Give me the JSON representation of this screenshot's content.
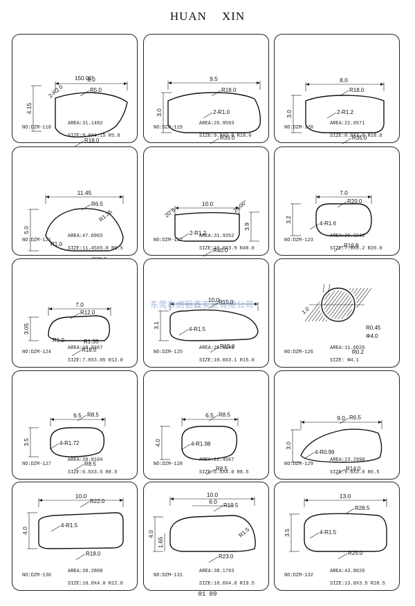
{
  "header": {
    "brand_left": "HUAN",
    "brand_right": "XIN"
  },
  "watermark": "东莞市燃铝鑫实业有限公司",
  "footer": {
    "page": "01 09"
  },
  "cards": [
    {
      "no": "NO:DZM-118",
      "area": "AREA:31.1482",
      "size": "SIZE:9.0X4.15  R5.0",
      "dims": {
        "width": "9.0",
        "height": "4.15"
      },
      "radii": [
        "R5.0",
        "2-R2.0",
        "150.00°",
        "R18.0"
      ]
    },
    {
      "no": "NO:DZM-119",
      "area": "AREA:26.9593",
      "size": "SIZE:9.5X3.0  R18.0",
      "dims": {
        "width": "9.5",
        "height": "3.0"
      },
      "radii": [
        "R18.0",
        "2-R1.0",
        "R35.0"
      ]
    },
    {
      "no": "NO:DZM-120",
      "area": "AREA:22.6571",
      "size": "SIZE:8.0X3.0  R18.0",
      "dims": {
        "width": "8.0",
        "height": "3.0"
      },
      "radii": [
        "R18.0",
        "2-R1.2",
        "R35.0"
      ]
    },
    {
      "no": "NO:DZM-121",
      "area": "AREA:47.0903",
      "size": "SIZE:11.45X5.0  R6.5",
      "dims": {
        "width": "11.45",
        "height": "5.0"
      },
      "radii": [
        "R6.5",
        "R1.0",
        "R1.25",
        "R30.0"
      ]
    },
    {
      "no": "NO:DZM-122",
      "area": "AREA:31.9352",
      "size": "SIZE:10.0X3.9  R40.0",
      "dims": {
        "width": "10.0",
        "height": "3.9"
      },
      "radii": [
        "20°8",
        "25.00°",
        "2-R1.2",
        "R40.0"
      ]
    },
    {
      "no": "NO:DZM-123",
      "area": "AREA:20.2242",
      "size": "SIZE:7.0X3.2  R20.0",
      "dims": {
        "width": "7.0",
        "height": "3.2"
      },
      "radii": [
        "R20.0",
        "4-R1.6",
        "R16.8"
      ]
    },
    {
      "no": "NO:DZM-124",
      "area": "AREA:19.8367",
      "size": "SIZE:7.0X3.05  R12.0",
      "dims": {
        "width": "7.0",
        "height": "3.05"
      },
      "radii": [
        "R12.0",
        "R1.0",
        "R1.35",
        "R18.0"
      ]
    },
    {
      "no": "NO:DZM-125",
      "area": "AREA:26.8145",
      "size": "SIZE:10.0X3.1  R15.0",
      "dims": {
        "width": "10.0",
        "height": "3.1"
      },
      "radii": [
        "R15.0",
        "4-R1.5",
        "R15.0"
      ]
    },
    {
      "no": "NO:DZM-126",
      "area": "AREA:11.6026",
      "size": "SIZE: Φ4.1",
      "dims": {
        "width": "",
        "height": ""
      },
      "radii": [
        "1.0",
        "R0.45",
        "Φ4.0",
        "R0.2"
      ]
    },
    {
      "no": "NO:DZM-127",
      "area": "AREA:20.0104",
      "size": "SIZE:6.5X3.5  R8.5",
      "dims": {
        "width": "6.5",
        "height": "3.5"
      },
      "radii": [
        "R8.5",
        "4-R1.72",
        "R8.5"
      ]
    },
    {
      "no": "NO:DZM-128",
      "area": "AREA:22.4567",
      "size": "SIZE:6.5X4.0  R8.5",
      "dims": {
        "width": "6.5",
        "height": "4.0"
      },
      "radii": [
        "R8.5",
        "4-R1.98",
        "R8.5"
      ]
    },
    {
      "no": "NO:DZM-129",
      "area": "AREA:23.2990",
      "size": "SIZE:9.0X3.0  R6.5",
      "dims": {
        "width": "9.0",
        "height": "3.0"
      },
      "radii": [
        "R6.5",
        "4-R0.99",
        "R14.0"
      ]
    },
    {
      "no": "NO:DZM-130",
      "area": "AREA:38.2808",
      "size": "SIZE:10.0X4.0  R22.0",
      "dims": {
        "width": "10.0",
        "height": "4.0"
      },
      "radii": [
        "R22.0",
        "4-R1.5",
        "R18.0"
      ]
    },
    {
      "no": "NO:DZM-131",
      "area": "AREA:38.1793",
      "size": "SIZE:10.0X4.0  R19.5",
      "dims": {
        "width": "10.0",
        "height": "4.0",
        "inner_width": "6.0",
        "side_height": "1.65"
      },
      "radii": [
        "R19.5",
        "R1.5",
        "R23.0"
      ]
    },
    {
      "no": "NO:DZM-132",
      "area": "AREA:43.8026",
      "size": "SIZE:13.0X3.5  R28.5",
      "dims": {
        "width": "13.0",
        "height": "3.5"
      },
      "radii": [
        "R28.5",
        "4-R1.5",
        "R25.0"
      ]
    }
  ]
}
